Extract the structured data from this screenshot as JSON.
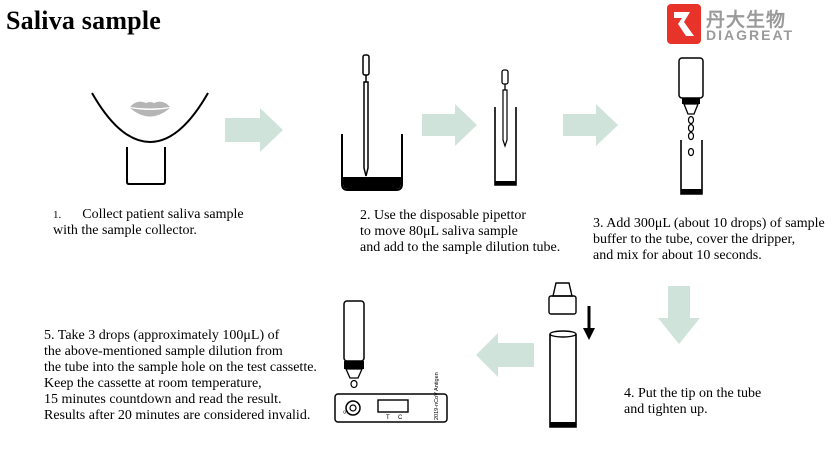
{
  "title": "Saliva sample",
  "logo": {
    "cn": "丹大生物",
    "en": "DIAGREAT",
    "accent": "#e8332a"
  },
  "steps": [
    {
      "number": "1.",
      "text": "Collect patient saliva sample\nwith the sample collector."
    },
    {
      "text": "2. Use the disposable pipettor\nto move 80μL saliva sample\nand add to the sample dilution tube."
    },
    {
      "text": "3. Add 300μL (about 10 drops) of sample\nbuffer to the tube, cover the dripper,\nand mix for about 10 seconds."
    },
    {
      "text": "4. Put the tip on the tube\nand tighten up."
    },
    {
      "text": "5. Take 3 drops (approximately 100μL) of\nthe above-mentioned sample dilution from\nthe tube into the sample hole on the test cassette.\nKeep the cassette at room temperature,\n15 minutes countdown and read the result.\nResults after 20 minutes are considered invalid."
    }
  ],
  "cassette": {
    "well_label": "S",
    "line_labels": [
      "T",
      "C"
    ],
    "side_text": "2019-nCoV Antigen"
  },
  "colors": {
    "arrow": "#cfe3da",
    "line": "#000000",
    "lips": "#b5b5b5"
  }
}
